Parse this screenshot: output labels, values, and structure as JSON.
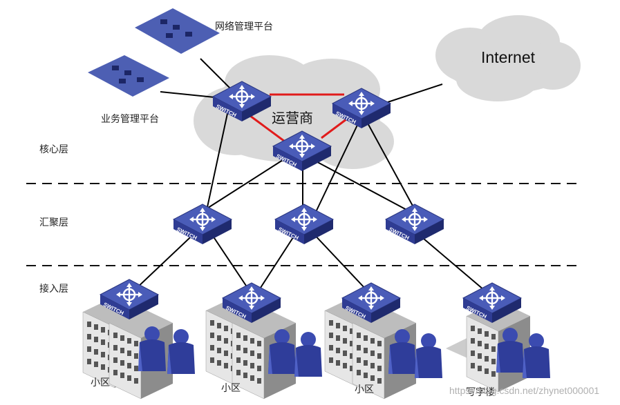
{
  "labels": {
    "network_platform": "网络管理平台",
    "business_platform": "业务管理平台",
    "internet": "Internet",
    "carrier": "运营商",
    "core_layer": "核心层",
    "aggregation_layer": "汇聚层",
    "access_layer": "接入层",
    "community_1": "小区",
    "community_2": "小区",
    "community_3": "小区",
    "office_building": "写字楼",
    "switch_text": "SWITCH"
  },
  "watermark": "https://blog.csdn.net/zhynet000001",
  "colors": {
    "switch_top": "#4a5cb8",
    "switch_front": "#2d3a8c",
    "switch_side": "#1f2a6e",
    "cloud": "#d9d9d9",
    "core_link": "#e11b1b",
    "link": "#000000",
    "platform": "#4d5fb3",
    "people": "#3b4bb0"
  }
}
